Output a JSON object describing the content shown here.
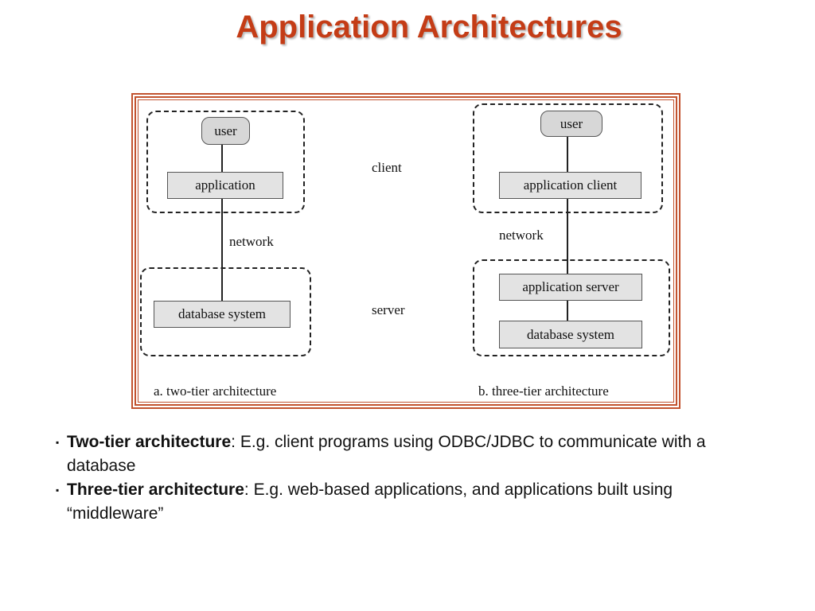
{
  "title": "Application Architectures",
  "diagram": {
    "client_label": "client",
    "server_label": "server",
    "two_tier": {
      "user": "user",
      "application": "application",
      "network": "network",
      "database": "database system",
      "caption": "a.  two-tier architecture"
    },
    "three_tier": {
      "user": "user",
      "application_client": "application client",
      "network": "network",
      "application_server": "application server",
      "database": "database system",
      "caption": "b.  three-tier architecture"
    }
  },
  "bullets": [
    {
      "marker": "▪",
      "term": "Two-tier architecture",
      "text": ":  E.g. client programs using ODBC/JDBC to communicate with a database"
    },
    {
      "marker": "▪",
      "term": "Three-tier architecture",
      "text": ": E.g. web-based applications, and applications built using “middleware”"
    }
  ]
}
